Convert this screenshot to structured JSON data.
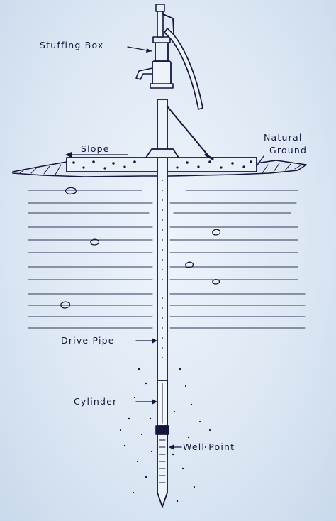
{
  "labels": {
    "stuffing_box": "Stuffing Box",
    "slope": "Slope",
    "natural": "Natural",
    "ground": "Ground",
    "drive_pipe": "Drive Pipe",
    "cylinder": "Cylinder",
    "well_point": "Well Point"
  },
  "colors": {
    "ink": "#15163c",
    "paper": "#dfe9f4",
    "pipe": "#ecf2f9"
  }
}
